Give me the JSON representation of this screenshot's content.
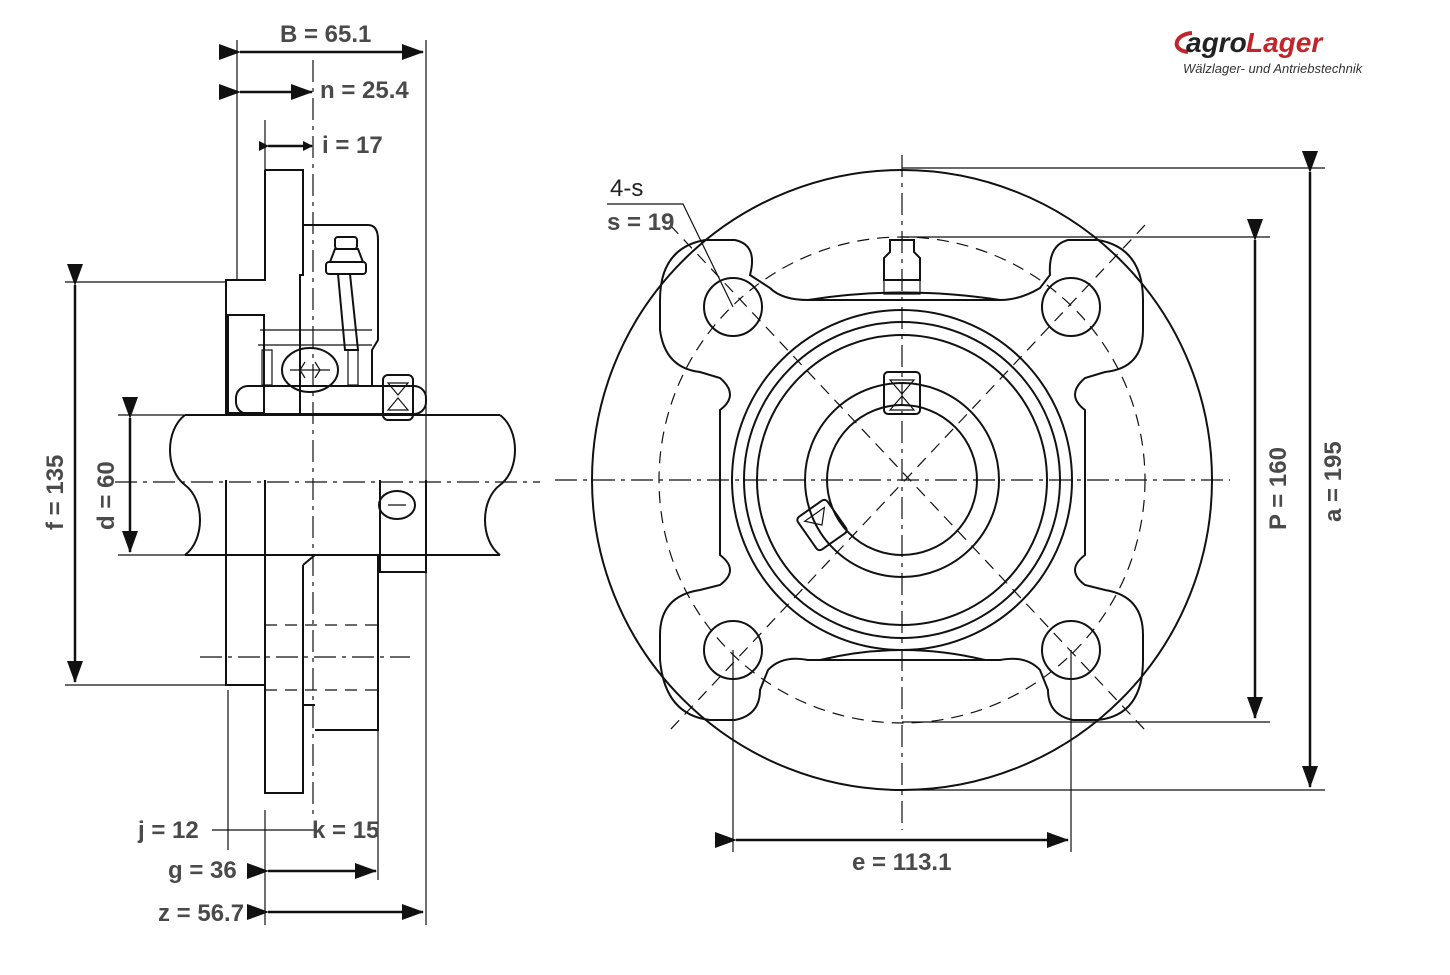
{
  "logo": {
    "brand_part1": "agro",
    "brand_part2": "Lager",
    "tagline": "Wälzlager- und Antriebstechnik",
    "brand_color": "#c0262c"
  },
  "side_view": {
    "B": "B = 65.1",
    "n": "n = 25.4",
    "i": "i = 17",
    "f": "f = 135",
    "d": "d = 60",
    "j": "j = 12",
    "k": "k = 15",
    "g": "g = 36",
    "z": "z = 56.7"
  },
  "front_view": {
    "holes_count": "4-s",
    "s": "s = 19",
    "P": "P = 160",
    "a": "a = 195",
    "e": "e = 113.1"
  }
}
